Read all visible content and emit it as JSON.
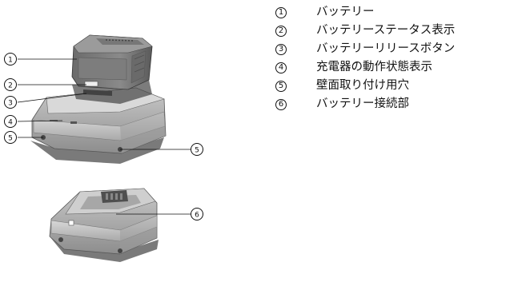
{
  "legend": [
    {
      "num": "1",
      "label": "バッテリー"
    },
    {
      "num": "2",
      "label": "バッテリーステータス表示"
    },
    {
      "num": "3",
      "label": "バッテリーリリースボタン"
    },
    {
      "num": "4",
      "label": "充電器の動作状態表示"
    },
    {
      "num": "5",
      "label": "壁面取り付け用穴"
    },
    {
      "num": "6",
      "label": "バッテリー接続部"
    }
  ],
  "callouts": {
    "c1": "1",
    "c2": "2",
    "c3": "3",
    "c4": "4",
    "c5a": "5",
    "c5b": "5",
    "c6": "6"
  }
}
